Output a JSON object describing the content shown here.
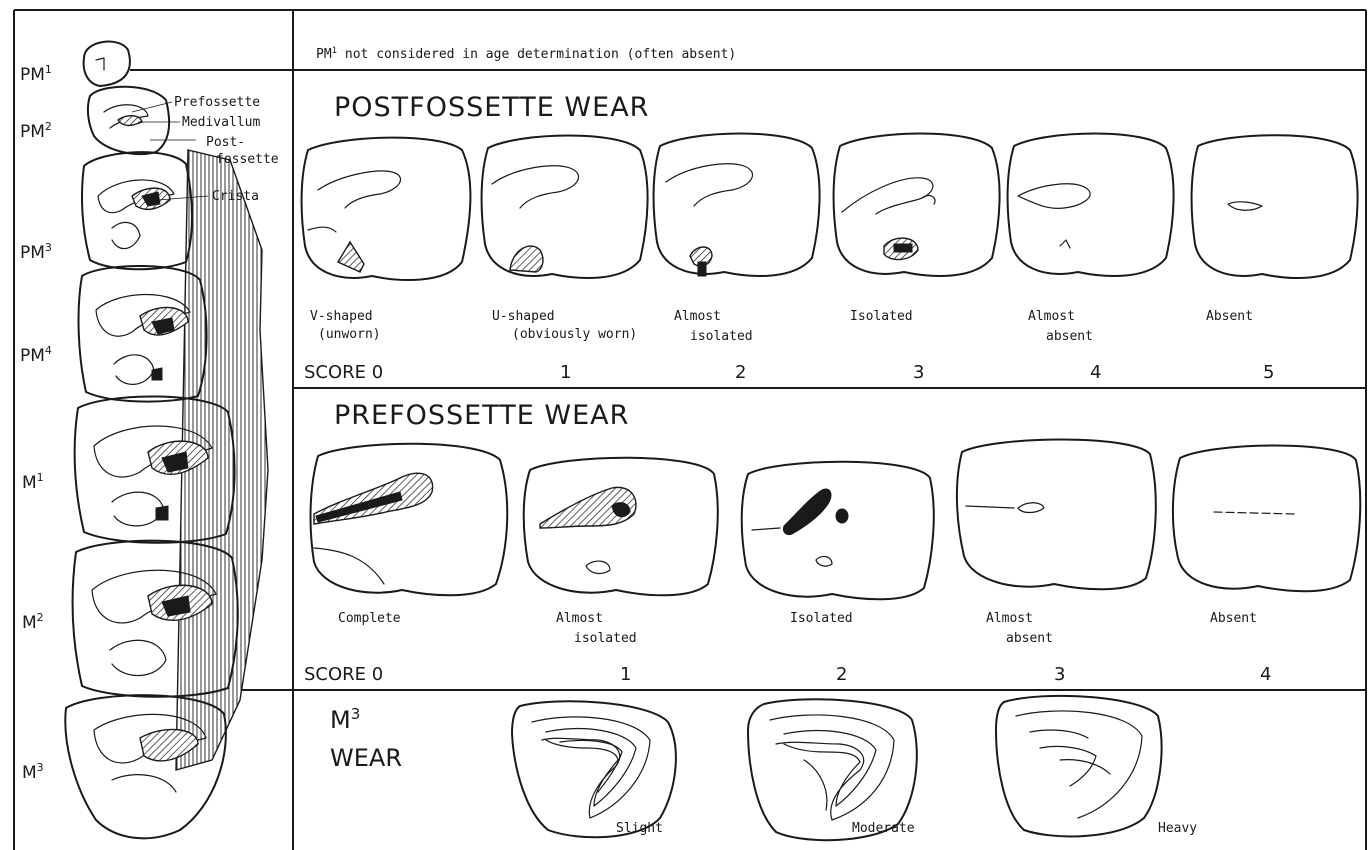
{
  "left_panel": {
    "tooth_labels": [
      "PM",
      "PM",
      "PM",
      "PM",
      "M",
      "M",
      "M"
    ],
    "tooth_label_sups": [
      "1",
      "2",
      "3",
      "4",
      "1",
      "2",
      "3"
    ],
    "callouts": [
      "Prefossette",
      "Medivallum",
      "Post-",
      "fossette",
      "Crista"
    ]
  },
  "pm1_note": {
    "prefix": "PM",
    "sup": "1",
    "text": " not considered in age determination (often absent)"
  },
  "postfossette": {
    "title": "POSTFOSSETTE  WEAR",
    "score_label": "SCORE 0",
    "stages": [
      {
        "line1": "V-shaped",
        "line2": "(unworn)",
        "score": "0"
      },
      {
        "line1": "U-shaped",
        "line2": "(obviously worn)",
        "score": "1"
      },
      {
        "line1": "Almost",
        "line2": "isolated",
        "score": "2"
      },
      {
        "line1": "Isolated",
        "line2": "",
        "score": "3"
      },
      {
        "line1": "Almost",
        "line2": "absent",
        "score": "4"
      },
      {
        "line1": "Absent",
        "line2": "",
        "score": "5"
      }
    ]
  },
  "prefossette": {
    "title": "PREFOSSETTE  WEAR",
    "score_label": "SCORE 0",
    "stages": [
      {
        "line1": "Complete",
        "line2": "",
        "score": "0"
      },
      {
        "line1": "Almost",
        "line2": "isolated",
        "score": "1"
      },
      {
        "line1": "Isolated",
        "line2": "",
        "score": "2"
      },
      {
        "line1": "Almost",
        "line2": "absent",
        "score": "3"
      },
      {
        "line1": "Absent",
        "line2": "",
        "score": "4"
      }
    ]
  },
  "m3": {
    "title_prefix": "M",
    "title_sup": "3",
    "title_line2": "WEAR",
    "stages": [
      "Slight",
      "Moderate",
      "Heavy"
    ]
  }
}
